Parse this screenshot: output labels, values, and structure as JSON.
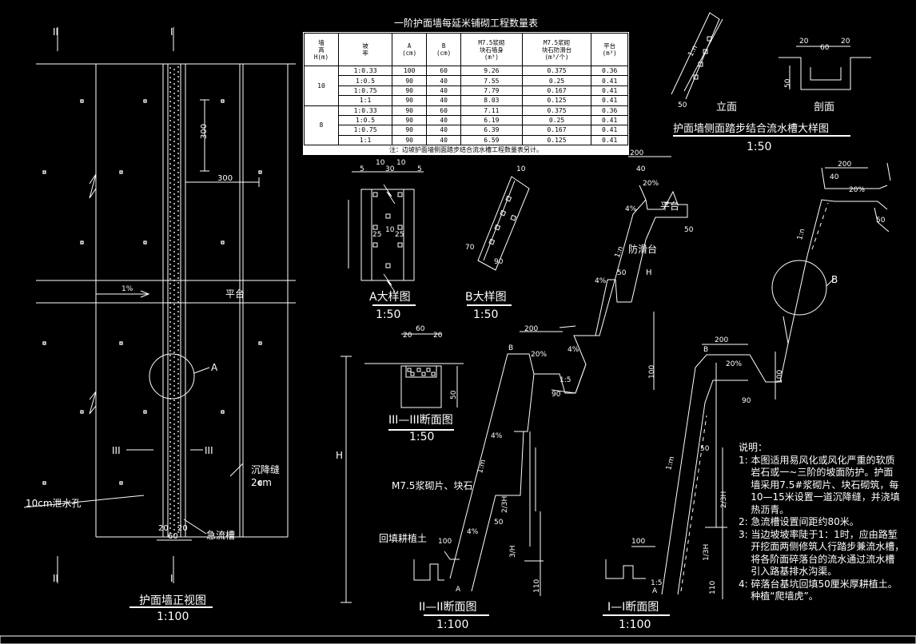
{
  "table": {
    "title": "一阶护面墙每延米铺砌工程数量表",
    "headers": [
      "墙\n高\nH(m)",
      "坡\n率",
      "A\n(cm)",
      "B\n(cm)",
      "M7.5浆砌\n块石墙身\n(m³)",
      "M7.5浆砌\n块石防滑台\n(m³/个)",
      "平台\n(m³)"
    ],
    "groups": [
      {
        "height": "10",
        "rows": [
          [
            "1:0.33",
            "100",
            "60",
            "9.26",
            "0.375",
            "0.36"
          ],
          [
            "1:0.5",
            "90",
            "40",
            "7.55",
            "0.25",
            "0.41"
          ],
          [
            "1:0.75",
            "90",
            "40",
            "7.79",
            "0.167",
            "0.41"
          ],
          [
            "1:1",
            "90",
            "40",
            "8.03",
            "0.125",
            "0.41"
          ]
        ]
      },
      {
        "height": "8",
        "rows": [
          [
            "1:0.33",
            "90",
            "60",
            "7.11",
            "0.375",
            "0.36"
          ],
          [
            "1:0.5",
            "90",
            "40",
            "6.19",
            "0.25",
            "0.41"
          ],
          [
            "1:0.75",
            "90",
            "40",
            "6.39",
            "0.167",
            "0.41"
          ],
          [
            "1:1",
            "90",
            "40",
            "6.59",
            "0.125",
            "0.41"
          ]
        ]
      }
    ],
    "note": "注：边坡护面墙侧面踏步结合流水槽工程数量表另计。"
  },
  "labels": {
    "front_title": "护面墙正视图",
    "front_scale": "1:100",
    "roman_ii": "II",
    "roman_i": "I",
    "roman_iii": "III",
    "platform": "平台",
    "slope": "1%",
    "dim_300a": "300",
    "dim_300b": "300",
    "label_a": "A",
    "label_b": "B",
    "settle_joint": "沉降缝",
    "settle_size": "2cm",
    "drain_hole": "10cm泄水孔",
    "chute": "急流槽",
    "dim_20a": "20",
    "dim_20b": "20",
    "dim_60": "60",
    "a_title": "A大样图",
    "a_scale": "1:50",
    "b_title": "B大样图",
    "b_scale": "1:50",
    "iii_title": "III—III断面图",
    "iii_scale": "1:50",
    "ii_title": "II—II断面图",
    "ii_scale": "1:100",
    "i_title": "I—I断面图",
    "i_scale": "1:100",
    "elev_label": "立面",
    "section_label": "剖面",
    "side_title": "护面墙侧面踏步结合流水槽大样图",
    "side_scale": "1:50",
    "platform2": "平台",
    "anti_slide": "防滑台",
    "masonry": "M7.5浆砌片、块石",
    "backfill": "回填耕植土",
    "h": "H",
    "h_23": "2/3H",
    "h_13": "1/3H",
    "h_3": "3/H",
    "d200": "200",
    "d100": "100",
    "d110": "110",
    "d90": "90",
    "d50": "50",
    "d40": "40",
    "d70": "70",
    "d10": "10",
    "d5": "5",
    "d25": "25",
    "d30": "30",
    "pct20": "20%",
    "pct4": "4%",
    "r15": "1:5",
    "rn": "1:n",
    "rm": "1:m"
  },
  "notes": {
    "title": "说明：",
    "lines": [
      "1: 本图适用易风化或风化严重的软质",
      "    岩石或一~三阶的坡面防护。护面",
      "    墙采用7.5#浆砌片、块石砌筑，每",
      "    10—15米设置一道沉降缝，并浇填",
      "    热沥青。",
      "2: 急流槽设置间距约80米。",
      "3: 当边坡坡率陡于1：1时，应由路堑",
      "    开挖面两侧修筑人行踏步兼流水槽，",
      "    将各阶面碎落台的流水通过流水槽",
      "    引入路基排水沟渠。",
      "4: 碎落台基坑回填50厘米厚耕植土。",
      "    种植“爬墙虎”。"
    ]
  },
  "colors": {
    "background": "#000000",
    "lines": "#ffffff",
    "table_bg": "#ffffff"
  }
}
